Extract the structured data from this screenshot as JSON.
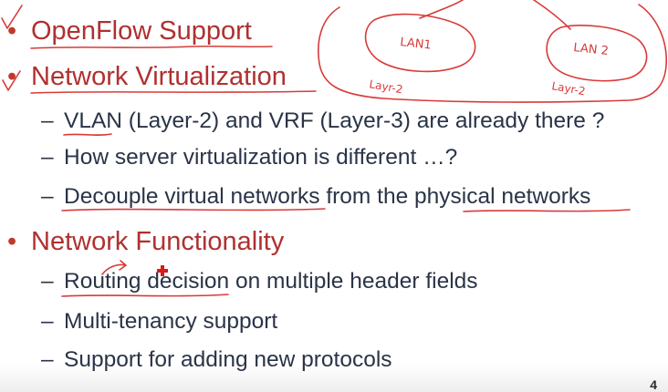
{
  "slide": {
    "bullets": [
      {
        "marker": "•",
        "text": "OpenFlow Support"
      },
      {
        "marker": "•",
        "text": "Network Virtualization"
      },
      {
        "marker": "•",
        "text": "Network Functionality"
      }
    ],
    "sub_bullets": [
      {
        "marker": "–",
        "text": "VLAN (Layer-2) and VRF (Layer-3) are already there ?"
      },
      {
        "marker": "–",
        "text": "How server virtualization is different …?"
      },
      {
        "marker": "–",
        "text": "Decouple virtual networks from the physical networks"
      },
      {
        "marker": "–",
        "text": "Routing decision on multiple header fields"
      },
      {
        "marker": "–",
        "text": "Multi-tenancy support"
      },
      {
        "marker": "–",
        "text": "Support for adding new protocols"
      }
    ],
    "page_number": "4"
  },
  "annotations": {
    "ink_color": "#d83a3a",
    "lan1_label": "LAN1",
    "lan2_label": "LAN 2",
    "layer_label_left": "Layr-2",
    "layer_label_right": "Layr-2"
  }
}
